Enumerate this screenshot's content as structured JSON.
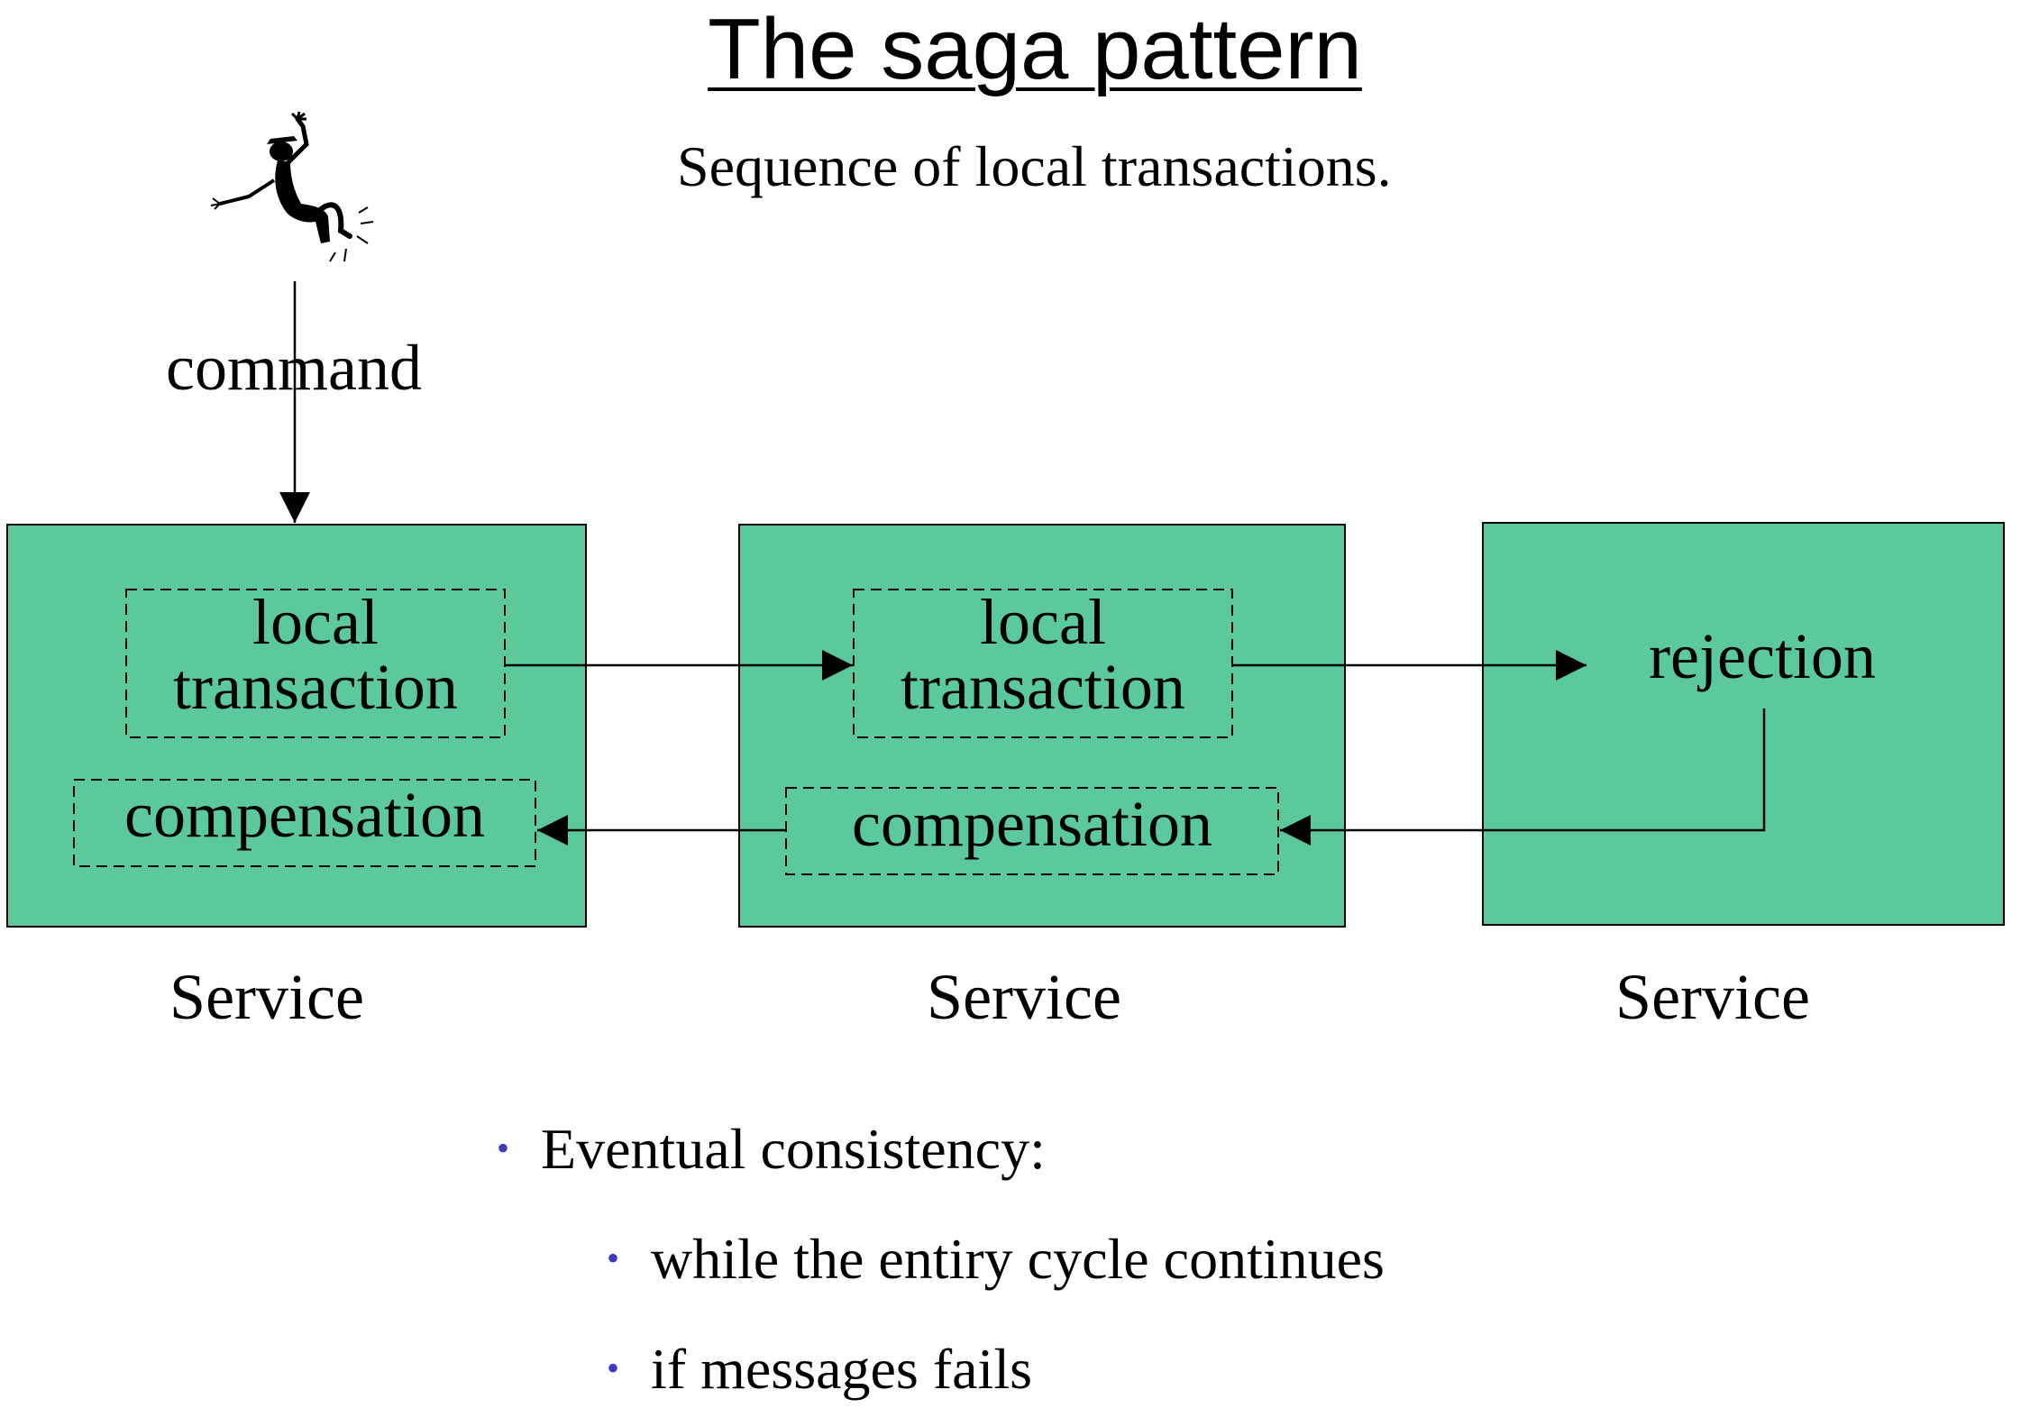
{
  "title": "The saga pattern",
  "subtitle": "Sequence of local transactions.",
  "diagram": {
    "actor_icon": "waving-person-icon",
    "command_label": "command",
    "services": [
      {
        "label": "Service",
        "transaction": [
          "local",
          "transaction"
        ],
        "compensation": "compensation"
      },
      {
        "label": "Service",
        "transaction": [
          "local",
          "transaction"
        ],
        "compensation": "compensation"
      },
      {
        "label": "Service",
        "rejection": "rejection"
      }
    ],
    "colors": {
      "service_fill": "#5bc99c",
      "stroke": "#000000",
      "bullet": "#3b3bbd"
    }
  },
  "bullets": {
    "main": "Eventual consistency:",
    "sub": [
      "while the entiry cycle continues",
      "if messages fails"
    ]
  }
}
